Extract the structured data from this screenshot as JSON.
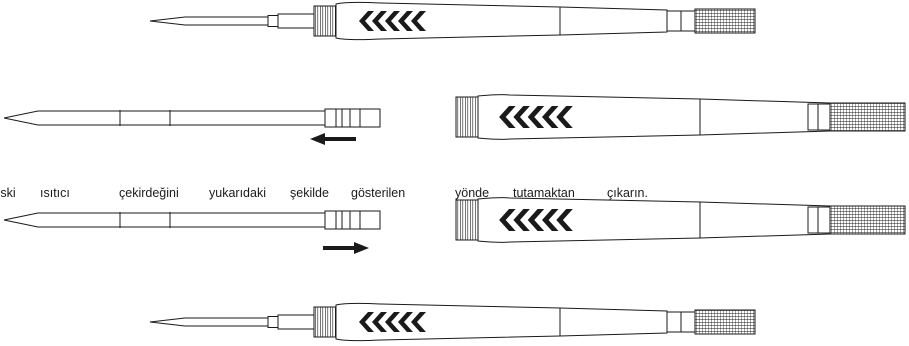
{
  "instruction": {
    "words": [
      "Eski",
      "ısıtıcı",
      "çekirdeğini",
      "yukarıdaki",
      "şekilde",
      "gösterilen",
      "yönde",
      "tutamaktan",
      "çıkarın."
    ]
  },
  "steps": [
    {
      "name": "assembled-iron-top",
      "parts": [
        "tip",
        "handle"
      ]
    },
    {
      "name": "removal-step",
      "parts": [
        "heater-core",
        "handle"
      ],
      "arrow": "left"
    },
    {
      "name": "insertion-step",
      "parts": [
        "heater-core",
        "handle"
      ],
      "arrow": "right"
    },
    {
      "name": "assembled-iron-bottom",
      "parts": [
        "tip",
        "handle"
      ]
    }
  ],
  "colors": {
    "line": "#1a1a1a",
    "fill": "#ffffff",
    "dark": "#1a1a1a"
  }
}
